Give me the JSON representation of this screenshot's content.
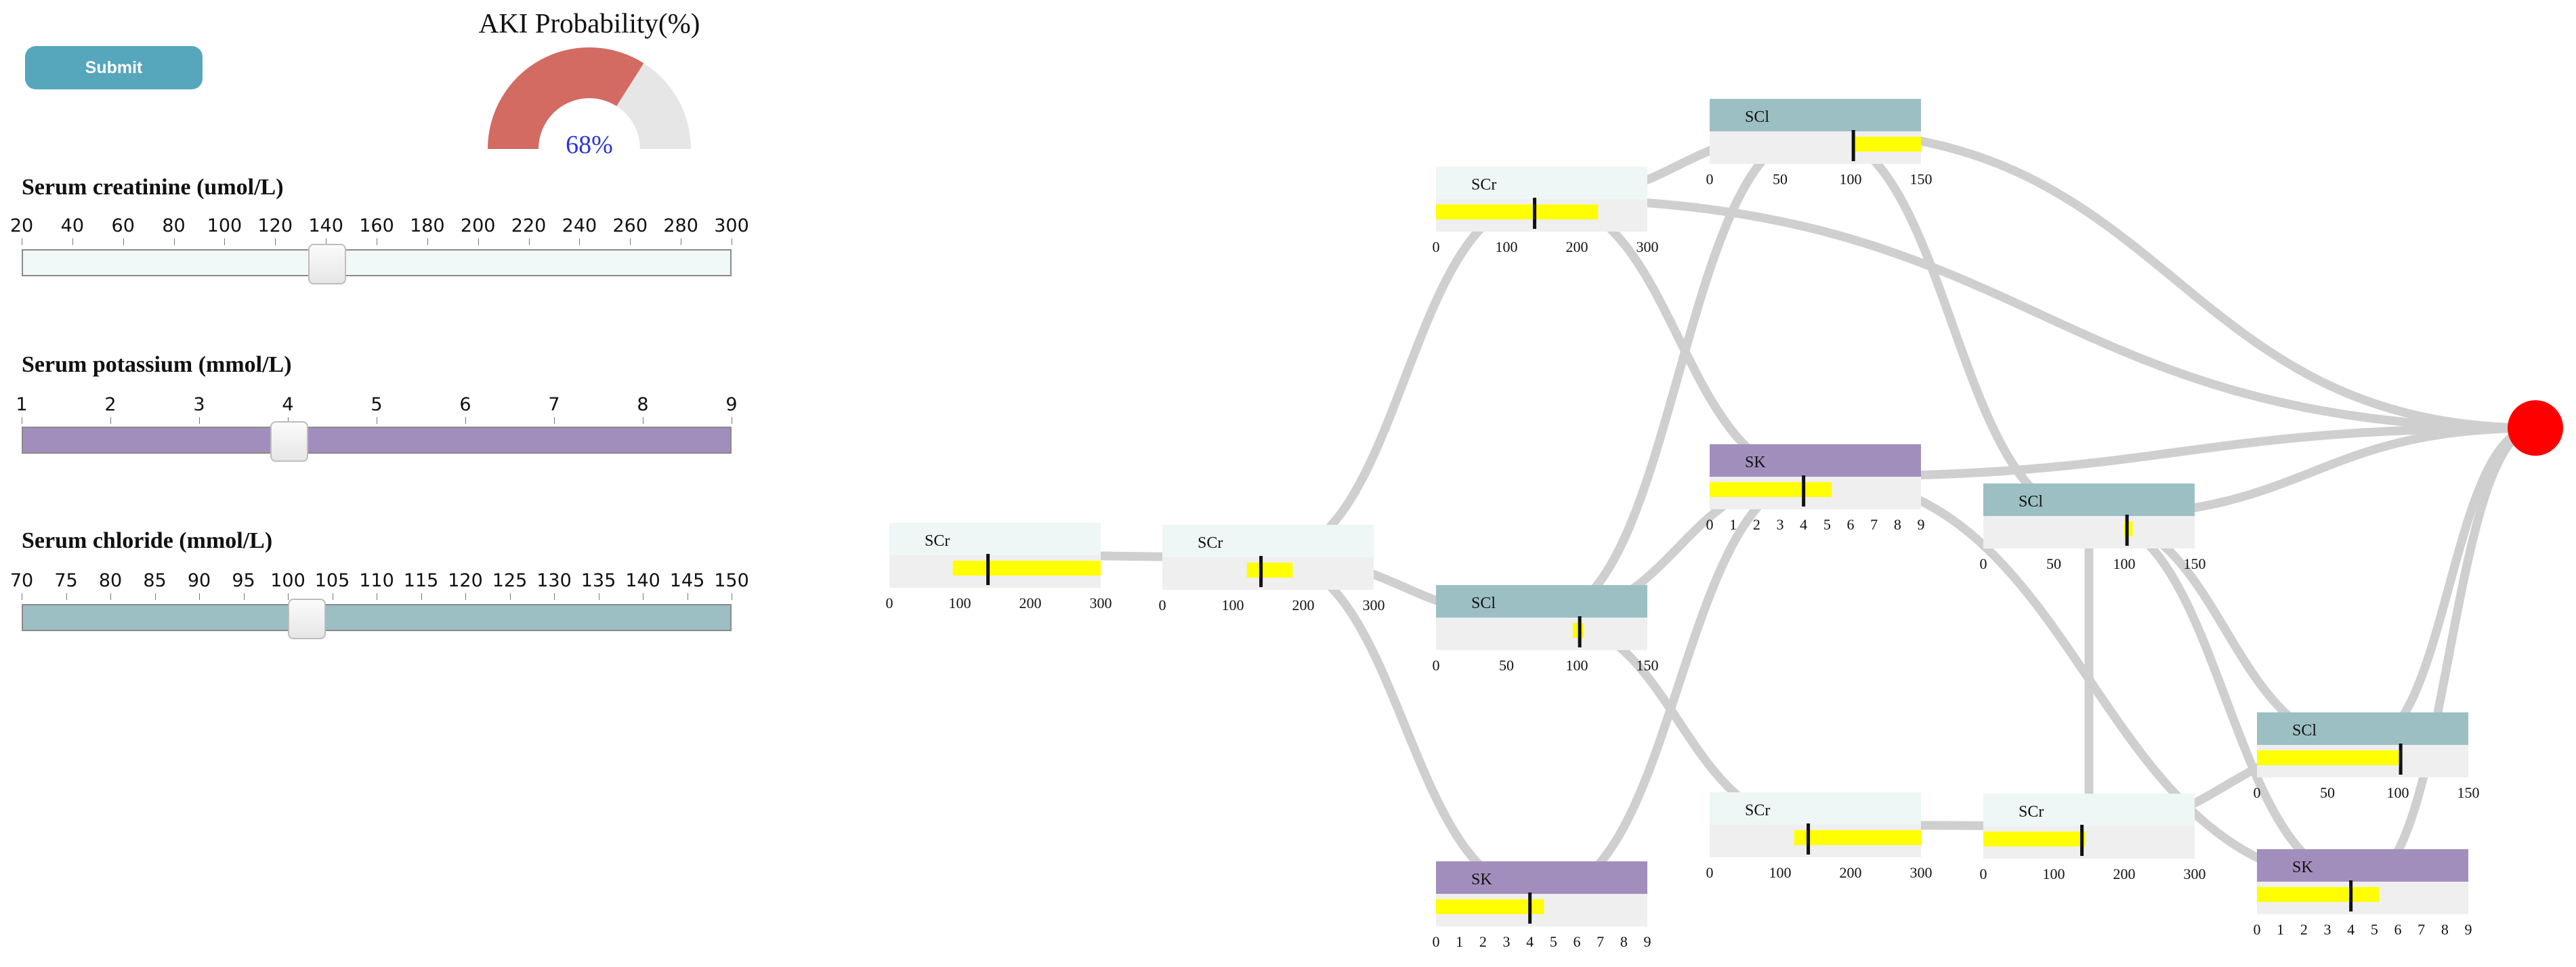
{
  "submit_label": "Submit",
  "gauge": {
    "title": "AKI Probability(%)",
    "value": 68,
    "value_label": "68%",
    "fill_color": "#d36b63",
    "track_color": "#e6e6e6",
    "value_color": "#2a35d6"
  },
  "sliders": [
    {
      "id": "creatinine",
      "title": "Serum creatinine (umol/L)",
      "min": 20,
      "max": 300,
      "value": 140,
      "ticks": [
        "20",
        "40",
        "60",
        "80",
        "100",
        "120",
        "140",
        "160",
        "180",
        "200",
        "220",
        "240",
        "260",
        "280",
        "300"
      ],
      "track_color": "#f1f8f8"
    },
    {
      "id": "potassium",
      "title": "Serum potassium (mmol/L)",
      "min": 1,
      "max": 9,
      "value": 4,
      "ticks": [
        "1",
        "2",
        "3",
        "4",
        "5",
        "6",
        "7",
        "8",
        "9"
      ],
      "track_color": "#a28ebd"
    },
    {
      "id": "chloride",
      "title": "Serum chloride (mmol/L)",
      "min": 70,
      "max": 150,
      "value": 102,
      "ticks": [
        "70",
        "75",
        "80",
        "85",
        "90",
        "95",
        "100",
        "105",
        "110",
        "115",
        "120",
        "125",
        "130",
        "135",
        "140",
        "145",
        "150"
      ],
      "track_color": "#9cbfc4"
    }
  ],
  "tree": {
    "header_colors": {
      "SCr": "#eef6f6",
      "SCl": "#9cbfc4",
      "SK": "#a28ebd"
    },
    "bar_color": "#ffff00",
    "link_color": "#cfcfcf",
    "root_color": "#ff0000",
    "nodes": [
      {
        "id": "n0",
        "label": "SCr",
        "range": [
          0,
          300
        ],
        "ticks": [
          "0",
          "100",
          "200",
          "300"
        ],
        "bar": [
          90,
          300
        ],
        "marker": 140
      },
      {
        "id": "n1",
        "label": "SCr",
        "range": [
          0,
          300
        ],
        "ticks": [
          "0",
          "100",
          "200",
          "300"
        ],
        "bar": [
          120,
          185
        ],
        "marker": 140
      },
      {
        "id": "n2",
        "label": "SCr",
        "range": [
          0,
          300
        ],
        "ticks": [
          "0",
          "100",
          "200",
          "300"
        ],
        "bar": [
          0,
          230
        ],
        "marker": 140
      },
      {
        "id": "n3",
        "label": "SCl",
        "range": [
          0,
          150
        ],
        "ticks": [
          "0",
          "50",
          "100",
          "150"
        ],
        "bar": [
          97,
          105
        ],
        "marker": 102
      },
      {
        "id": "n4",
        "label": "SK",
        "range": [
          0,
          9
        ],
        "ticks": [
          "0",
          "1",
          "2",
          "3",
          "4",
          "5",
          "6",
          "7",
          "8",
          "9"
        ],
        "bar": [
          0,
          4.6
        ],
        "marker": 4
      },
      {
        "id": "n5",
        "label": "SCl",
        "range": [
          0,
          150
        ],
        "ticks": [
          "0",
          "50",
          "100",
          "150"
        ],
        "bar": [
          102,
          150
        ],
        "marker": 102
      },
      {
        "id": "n6",
        "label": "SK",
        "range": [
          0,
          9
        ],
        "ticks": [
          "0",
          "1",
          "2",
          "3",
          "4",
          "5",
          "6",
          "7",
          "8",
          "9"
        ],
        "bar": [
          0,
          5.2
        ],
        "marker": 4
      },
      {
        "id": "n7",
        "label": "SCr",
        "range": [
          0,
          300
        ],
        "ticks": [
          "0",
          "100",
          "200",
          "300"
        ],
        "bar": [
          120,
          300
        ],
        "marker": 140
      },
      {
        "id": "n8",
        "label": "SCl",
        "range": [
          0,
          150
        ],
        "ticks": [
          "0",
          "50",
          "100",
          "150"
        ],
        "bar": [
          100,
          106
        ],
        "marker": 102
      },
      {
        "id": "n9",
        "label": "SCr",
        "range": [
          0,
          300
        ],
        "ticks": [
          "0",
          "100",
          "200",
          "300"
        ],
        "bar": [
          0,
          145
        ],
        "marker": 140
      },
      {
        "id": "n10",
        "label": "SCl",
        "range": [
          0,
          150
        ],
        "ticks": [
          "0",
          "50",
          "100",
          "150"
        ],
        "bar": [
          0,
          102
        ],
        "marker": 102
      },
      {
        "id": "n11",
        "label": "SK",
        "range": [
          0,
          9
        ],
        "ticks": [
          "0",
          "1",
          "2",
          "3",
          "4",
          "5",
          "6",
          "7",
          "8",
          "9"
        ],
        "bar": [
          0,
          5.2
        ],
        "marker": 4
      }
    ],
    "links": [
      [
        "n0",
        "n1"
      ],
      [
        "n1",
        "n2"
      ],
      [
        "n1",
        "n3"
      ],
      [
        "n1",
        "n4"
      ],
      [
        "n2",
        "n5"
      ],
      [
        "n2",
        "n6"
      ],
      [
        "n2",
        "root"
      ],
      [
        "n3",
        "n5"
      ],
      [
        "n3",
        "n6"
      ],
      [
        "n3",
        "n7"
      ],
      [
        "n4",
        "n6"
      ],
      [
        "n5",
        "n8"
      ],
      [
        "n5",
        "root"
      ],
      [
        "n6",
        "root"
      ],
      [
        "n6",
        "n11"
      ],
      [
        "n7",
        "n9"
      ],
      [
        "n8",
        "root"
      ],
      [
        "n8",
        "n10"
      ],
      [
        "n8",
        "n11"
      ],
      [
        "n9",
        "n10"
      ],
      [
        "n9",
        "n8"
      ],
      [
        "n10",
        "root"
      ],
      [
        "n11",
        "root"
      ]
    ]
  }
}
